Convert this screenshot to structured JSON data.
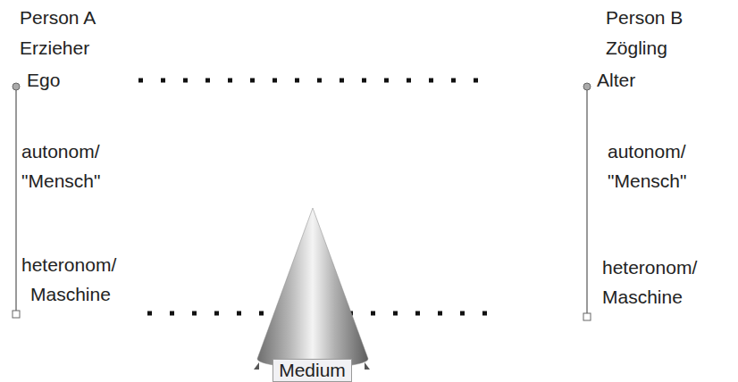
{
  "diagram": {
    "nodes": [
      {
        "text": [
          "Medium"
        ]
      }
    ],
    "labels": [
      "Person A",
      "Erzieher",
      "Ego",
      "autonom/",
      "\"Mensch\"",
      "heteronom/",
      "Maschine",
      "Person B",
      "Zögling",
      "Alter",
      "autonom/",
      "\"Mensch\"",
      "heteronom/",
      "Maschine"
    ]
  }
}
